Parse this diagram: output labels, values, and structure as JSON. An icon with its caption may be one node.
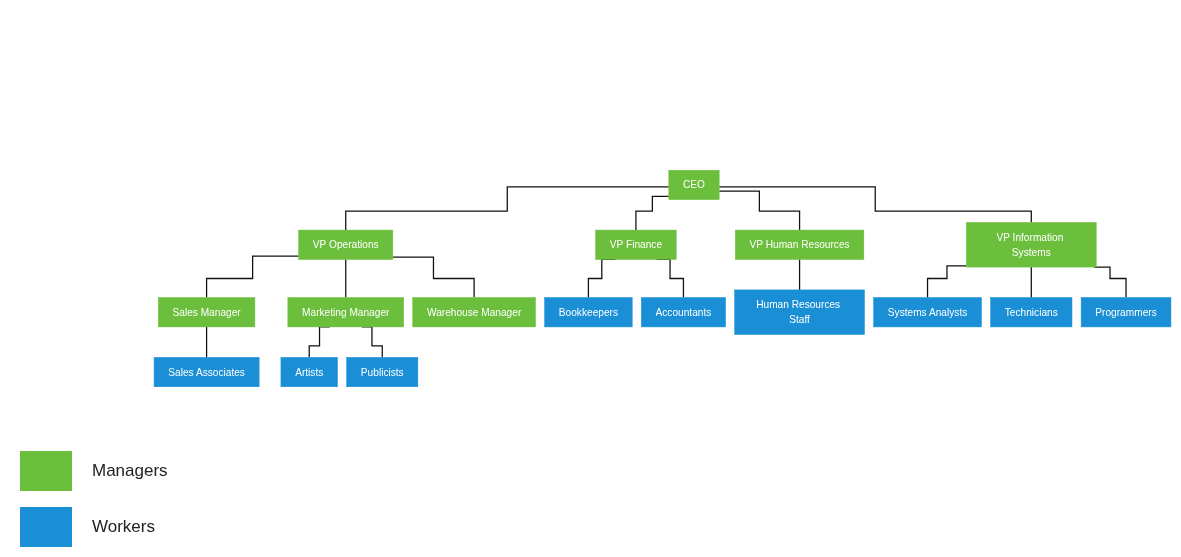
{
  "diagram": {
    "nodes": [
      {
        "text": [
          "CEO"
        ]
      },
      {
        "text": [
          "VP Finance"
        ]
      },
      {
        "text": [
          "VP Human Resources"
        ]
      },
      {
        "text": [
          "VP Operations"
        ]
      },
      {
        "text": [
          "VP Information Systems"
        ]
      },
      {
        "text": [
          "Sales Manager"
        ]
      },
      {
        "text": [
          "Marketing Manager"
        ]
      },
      {
        "text": [
          "Warehouse Manager"
        ]
      },
      {
        "text": [
          "Bookkeepers"
        ]
      },
      {
        "text": [
          "Accountants"
        ]
      },
      {
        "text": [
          "Human Resources Staff"
        ]
      },
      {
        "text": [
          "Artists"
        ]
      },
      {
        "text": [
          "Publicists"
        ]
      },
      {
        "text": [
          "Sales Associates"
        ]
      },
      {
        "text": [
          "Systems Analysts"
        ]
      },
      {
        "text": [
          "Technicians"
        ]
      },
      {
        "text": [
          "Programmers"
        ]
      }
    ],
    "edges": [
      {
        "from": 0,
        "to": 1,
        "arrow": "none"
      },
      {
        "from": 0,
        "to": 2,
        "arrow": "none"
      },
      {
        "from": 0,
        "to": 3,
        "arrow": "none"
      },
      {
        "from": 0,
        "to": 4,
        "arrow": "none"
      },
      {
        "from": 1,
        "to": 8,
        "arrow": "none"
      },
      {
        "from": 1,
        "to": 9,
        "arrow": "none"
      },
      {
        "from": 2,
        "to": 10,
        "arrow": "none"
      },
      {
        "from": 3,
        "to": 5,
        "arrow": "none"
      },
      {
        "from": 3,
        "to": 6,
        "arrow": "none"
      },
      {
        "from": 3,
        "to": 7,
        "arrow": "none"
      },
      {
        "from": 5,
        "to": 13,
        "arrow": "none"
      },
      {
        "from": 6,
        "to": 11,
        "arrow": "none"
      },
      {
        "from": 6,
        "to": 12,
        "arrow": "none"
      },
      {
        "from": 4,
        "to": 14,
        "arrow": "none"
      },
      {
        "from": 4,
        "to": 15,
        "arrow": "none"
      },
      {
        "from": 4,
        "to": 16,
        "arrow": "none"
      }
    ],
    "legend": [
      {
        "text": "Managers",
        "color": "#6cbf3c"
      },
      {
        "text": "Workers",
        "color": "#1b8fd6"
      }
    ]
  }
}
